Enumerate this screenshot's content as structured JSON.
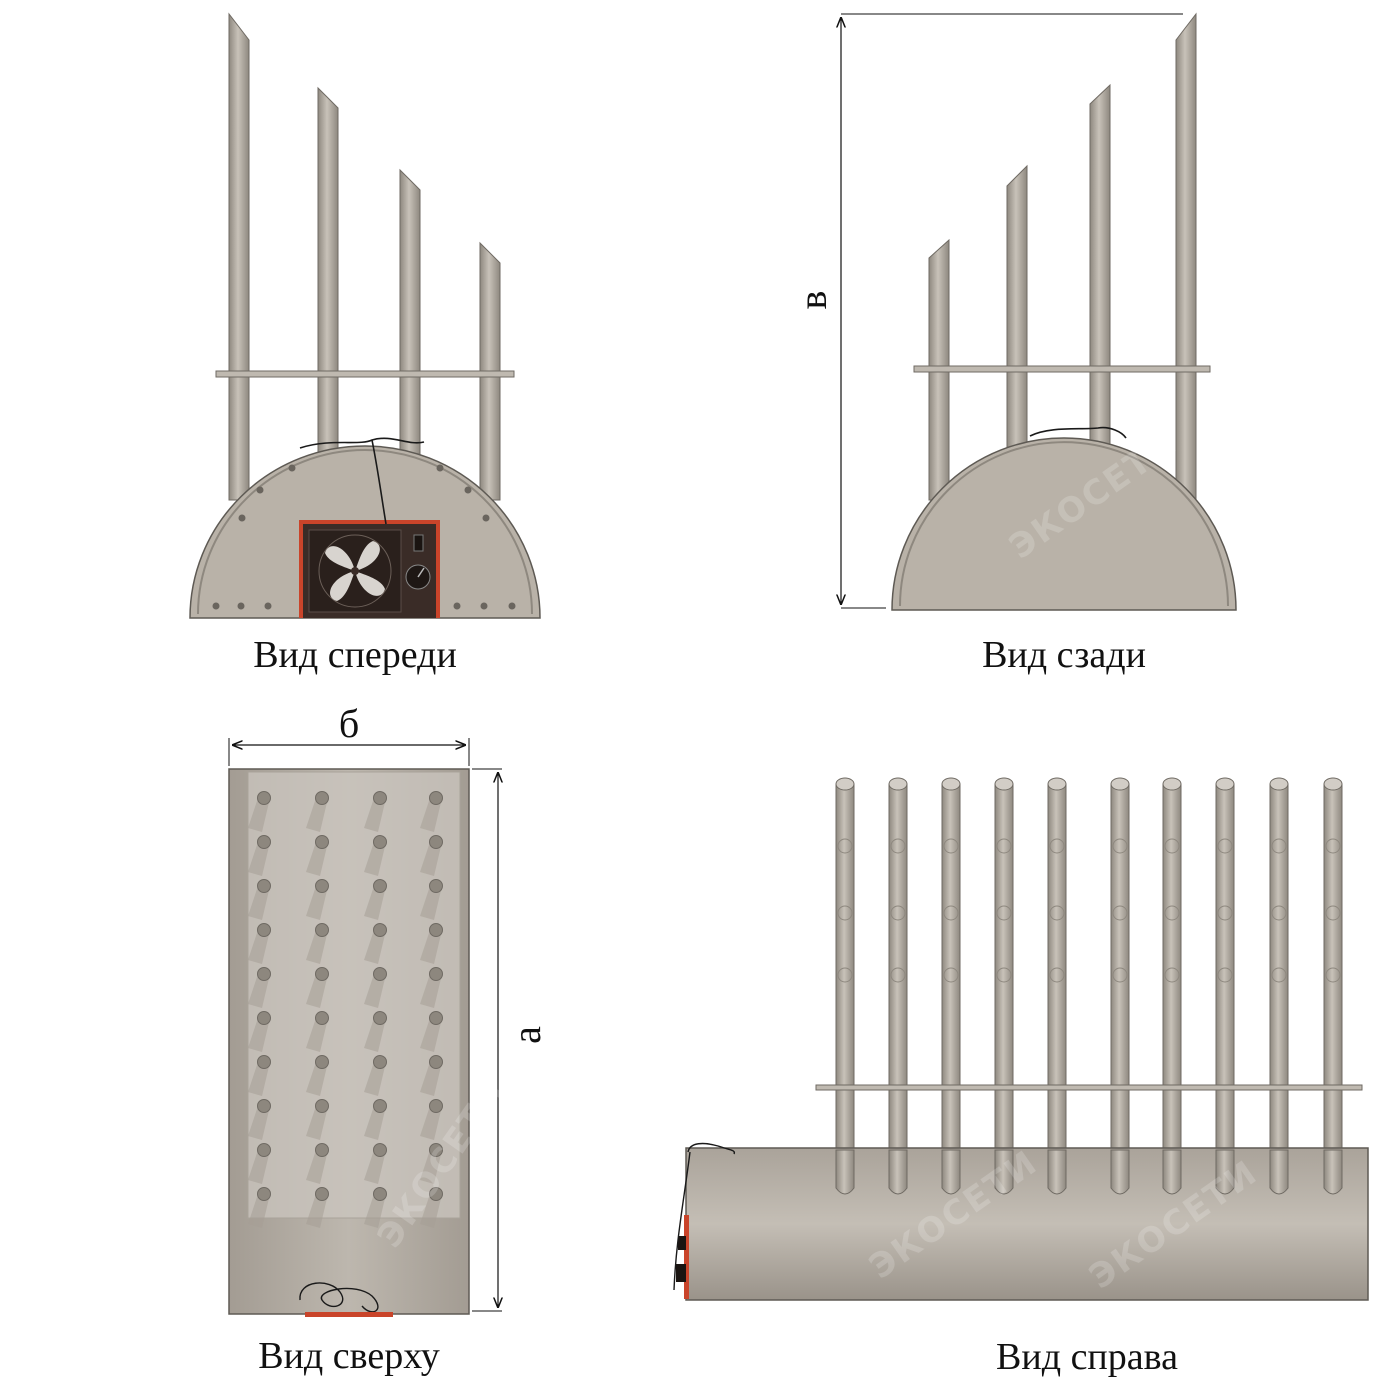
{
  "views": {
    "front": {
      "caption": "Вид спереди"
    },
    "back": {
      "caption": "Вид сзади"
    },
    "top": {
      "caption": "Вид сверху"
    },
    "right": {
      "caption": "Вид справа"
    }
  },
  "dimensions": {
    "height": "в",
    "width": "б",
    "length": "а"
  },
  "watermark": "ЭКОСЕТИ",
  "colors": {
    "body": "#b9b2a8",
    "body_shade": "#9c958b",
    "outline": "#5e5a54",
    "pipe": "#b3ada4",
    "pipe_shade": "#8e887f",
    "heater_frame": "#c9442a",
    "heater_panel": "#3a2c27"
  },
  "icons": [
    "fan-icon",
    "power-switch-icon",
    "thermostat-knob-icon",
    "power-cable-icon"
  ]
}
